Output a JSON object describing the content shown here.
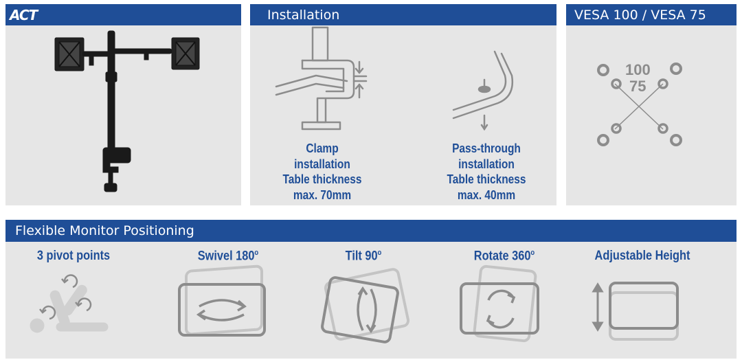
{
  "brand": {
    "logo_text": "ACT"
  },
  "installation": {
    "header": "Installation",
    "clamp": {
      "lines": [
        "Clamp",
        "installation",
        "Table thickness",
        "max. 70mm"
      ]
    },
    "pass": {
      "lines": [
        "Pass-through",
        "installation",
        "Table thickness",
        "max. 40mm"
      ]
    }
  },
  "vesa": {
    "header": "VESA 100 / VESA 75",
    "label_100": "100",
    "label_75": "75"
  },
  "positioning": {
    "header": "Flexible Monitor Positioning",
    "features": [
      {
        "label": "3 pivot points",
        "suffix": ""
      },
      {
        "label": "Swivel 180",
        "suffix": "o"
      },
      {
        "label": "Tilt 90",
        "suffix": "o"
      },
      {
        "label": "Rotate 360",
        "suffix": "o"
      },
      {
        "label": "Adjustable Height",
        "suffix": ""
      }
    ]
  },
  "colors": {
    "bar_blue": "#1f4e97",
    "panel_gray": "#e6e6e6",
    "icon_gray": "#8c8c8c"
  }
}
